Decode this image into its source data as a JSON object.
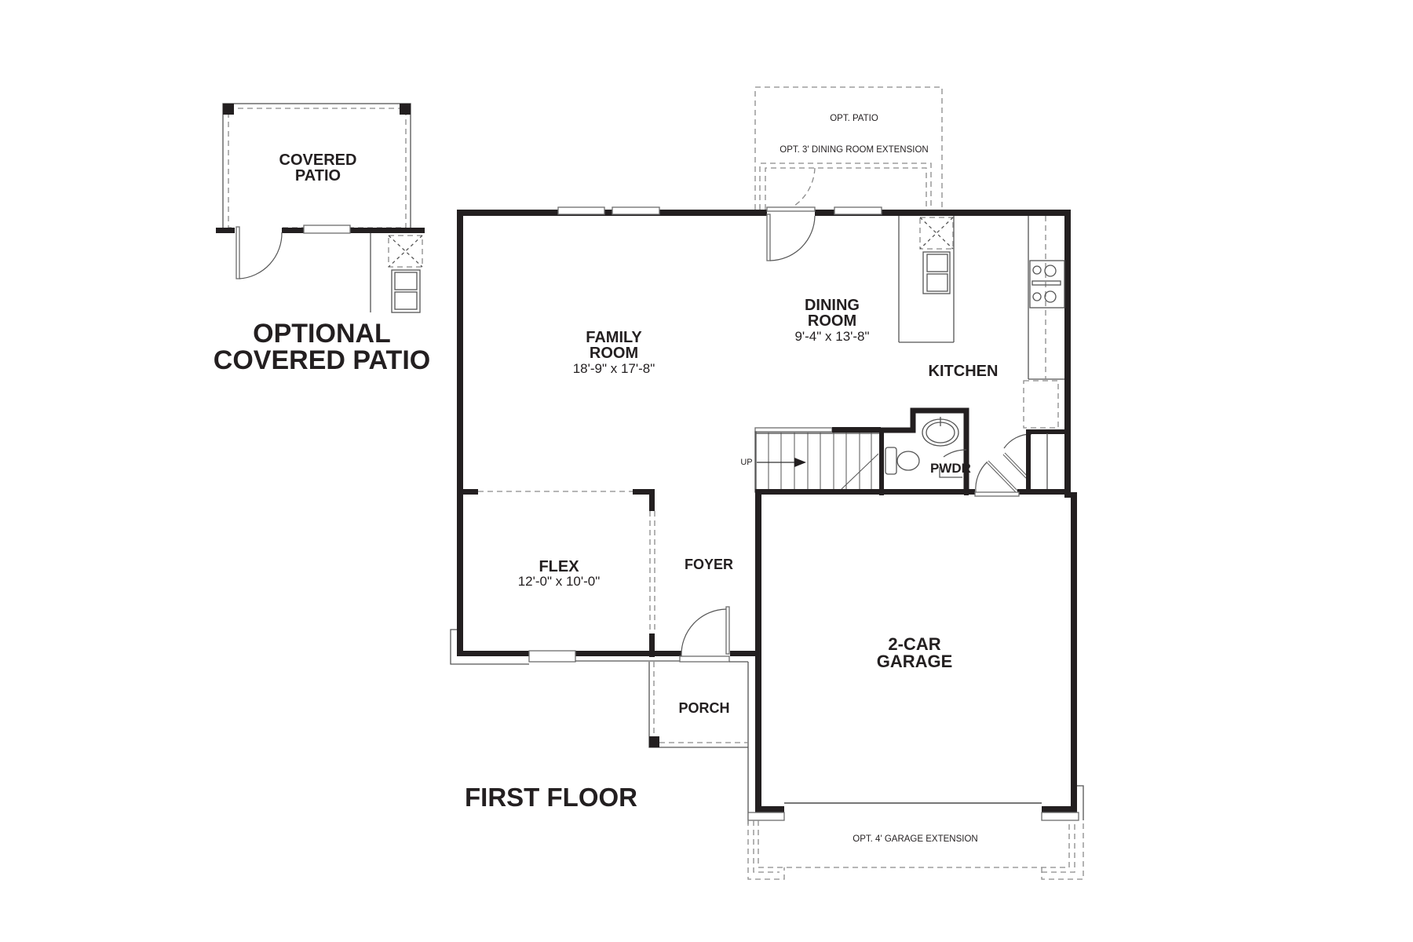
{
  "plan": {
    "title": "FIRST FLOOR",
    "optional_section_title_line1": "OPTIONAL",
    "optional_section_title_line2": "COVERED PATIO"
  },
  "rooms": {
    "covered_patio": {
      "line1": "COVERED",
      "line2": "PATIO"
    },
    "family_room": {
      "line1": "FAMILY",
      "line2": "ROOM",
      "dimensions": "18'-9\" x 17'-8\""
    },
    "dining_room": {
      "line1": "DINING",
      "line2": "ROOM",
      "dimensions": "9'-4\" x 13'-8\""
    },
    "kitchen": {
      "name": "KITCHEN"
    },
    "pwdr": {
      "name": "PWDR"
    },
    "flex": {
      "name": "FLEX",
      "dimensions": "12'-0\" x 10'-0\""
    },
    "foyer": {
      "name": "FOYER"
    },
    "porch": {
      "name": "PORCH"
    },
    "garage": {
      "line1": "2-CAR",
      "line2": "GARAGE"
    }
  },
  "options": {
    "opt_patio": "OPT. PATIO",
    "opt_dining_extension": "OPT. 3' DINING ROOM EXTENSION",
    "opt_garage_extension": "OPT. 4' GARAGE EXTENSION"
  },
  "stairs": {
    "direction_label": "UP"
  },
  "colors": {
    "wall": "#231f20",
    "background": "#ffffff",
    "dashed_optional": "#8a8a8a"
  }
}
